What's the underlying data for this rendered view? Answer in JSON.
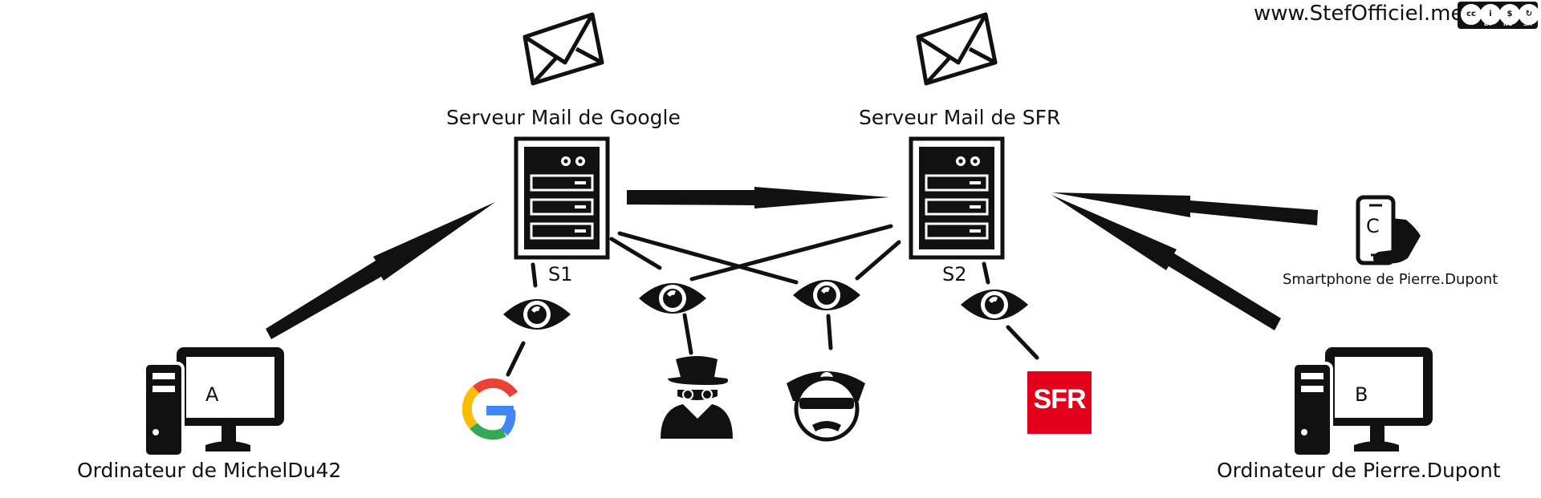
{
  "site": {
    "url": "www.StefOfficiel.me",
    "license_labels": [
      "BY",
      "NC",
      "SA"
    ],
    "license_badge": "cc-by-nc-sa-badge"
  },
  "servers": {
    "google": {
      "title": "Serveur Mail de Google",
      "id": "S1"
    },
    "sfr": {
      "title": "Serveur Mail de SFR",
      "id": "S2"
    }
  },
  "nodes": {
    "michel": {
      "letter": "A",
      "label": "Ordinateur de MichelDu42"
    },
    "pierre_pc": {
      "letter": "B",
      "label": "Ordinateur de Pierre.Dupont"
    },
    "pierre_phone": {
      "letter": "C",
      "label": "Smartphone de Pierre.Dupont"
    }
  },
  "observers": {
    "sfr_logo_text": "SFR"
  },
  "colors": {
    "sfr_red": "#e2001a",
    "google_blue": "#4285f4",
    "google_red": "#ea4335",
    "google_yellow": "#fbbc05",
    "google_green": "#34a853"
  },
  "icons": [
    "envelope-icon",
    "server-icon",
    "eye-icon",
    "computer-icon",
    "smartphone-icon",
    "google-logo",
    "spy-icon",
    "police-icon",
    "sfr-logo"
  ]
}
